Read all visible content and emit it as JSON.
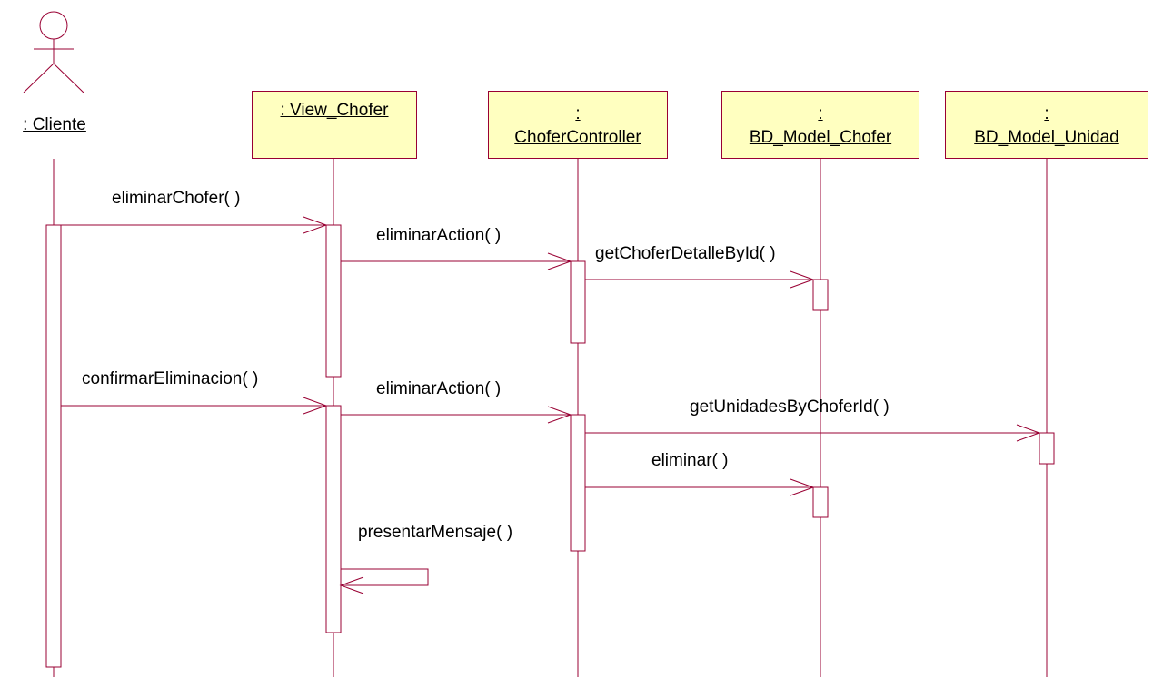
{
  "actor": {
    "label": ":  Cliente"
  },
  "objects": [
    {
      "id": "view_chofer",
      "line1": ": View_Chofer",
      "line2": ""
    },
    {
      "id": "chofer_controller",
      "line1": ":",
      "line2": "ChoferController"
    },
    {
      "id": "bd_model_chofer",
      "line1": ":",
      "line2": "BD_Model_Chofer"
    },
    {
      "id": "bd_model_unidad",
      "line1": ":",
      "line2": "BD_Model_Unidad"
    }
  ],
  "messages": [
    {
      "label": "eliminarChofer( )",
      "from": "Cliente",
      "to": "View_Chofer"
    },
    {
      "label": "eliminarAction( )",
      "from": "View_Chofer",
      "to": "ChoferController"
    },
    {
      "label": "getChoferDetalleById( )",
      "from": "ChoferController",
      "to": "BD_Model_Chofer"
    },
    {
      "label": "confirmarEliminacion( )",
      "from": "Cliente",
      "to": "View_Chofer"
    },
    {
      "label": "eliminarAction( )",
      "from": "View_Chofer",
      "to": "ChoferController"
    },
    {
      "label": "getUnidadesByChoferId( )",
      "from": "ChoferController",
      "to": "BD_Model_Unidad"
    },
    {
      "label": "eliminar( )",
      "from": "ChoferController",
      "to": "BD_Model_Chofer"
    },
    {
      "label": "presentarMensaje( )",
      "from": "View_Chofer",
      "to": "View_Chofer"
    }
  ],
  "colors": {
    "line": "#990033",
    "box_fill": "#ffffc0",
    "text": "#000000"
  }
}
